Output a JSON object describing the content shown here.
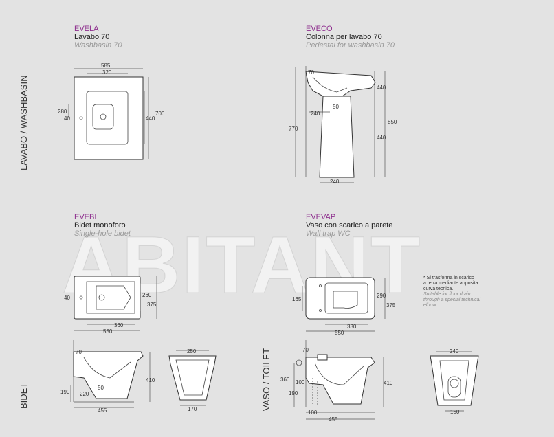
{
  "watermark": "ABITANT",
  "side_labels": {
    "lavabo": "LAVABO / WASHBASIN",
    "bidet": "BIDET",
    "vaso": "VASO / TOILET"
  },
  "evela": {
    "code": "EVELA",
    "name": "Lavabo 70",
    "en": "Washbasin 70",
    "dims": {
      "d585": "585",
      "d320": "320",
      "d280": "280",
      "d40": "40",
      "d440": "440",
      "d700": "700"
    }
  },
  "eveco": {
    "code": "EVECO",
    "name": "Colonna per lavabo 70",
    "en": "Pedestal for washbasin 70",
    "dims": {
      "d70": "70",
      "d440a": "440",
      "d50": "50",
      "d240a": "240",
      "d770": "770",
      "d850": "850",
      "d440b": "440",
      "d240b": "240"
    }
  },
  "evebi": {
    "code": "EVEBI",
    "name": "Bidet monoforo",
    "en": "Single-hole bidet",
    "dims": {
      "d40": "40",
      "d260": "260",
      "d375": "375",
      "d360": "360",
      "d550": "550"
    },
    "side_dims": {
      "d70": "70",
      "d410": "410",
      "d190": "190",
      "d220": "220",
      "d50": "50",
      "d455": "455"
    },
    "front_dims": {
      "d250": "250",
      "d170": "170"
    }
  },
  "evevap": {
    "code": "EVEVAP",
    "name": "Vaso con scarico a parete",
    "en": "Wall trap WC",
    "dims": {
      "d165": "165",
      "d290": "290",
      "d375": "375",
      "d330": "330",
      "d550": "550"
    },
    "side_dims": {
      "d70": "70",
      "d360": "360",
      "d100a": "100",
      "d190": "190",
      "d410": "410",
      "d100b": "100",
      "d455": "455"
    },
    "front_dims": {
      "d240": "240",
      "d150": "150"
    },
    "note": {
      "it": [
        "* Si trasforma in scarico",
        "a terra mediante apposita",
        "curva tecnica."
      ],
      "en": [
        "Suitable for floor drain",
        "through a special technical",
        "elbow."
      ]
    }
  }
}
